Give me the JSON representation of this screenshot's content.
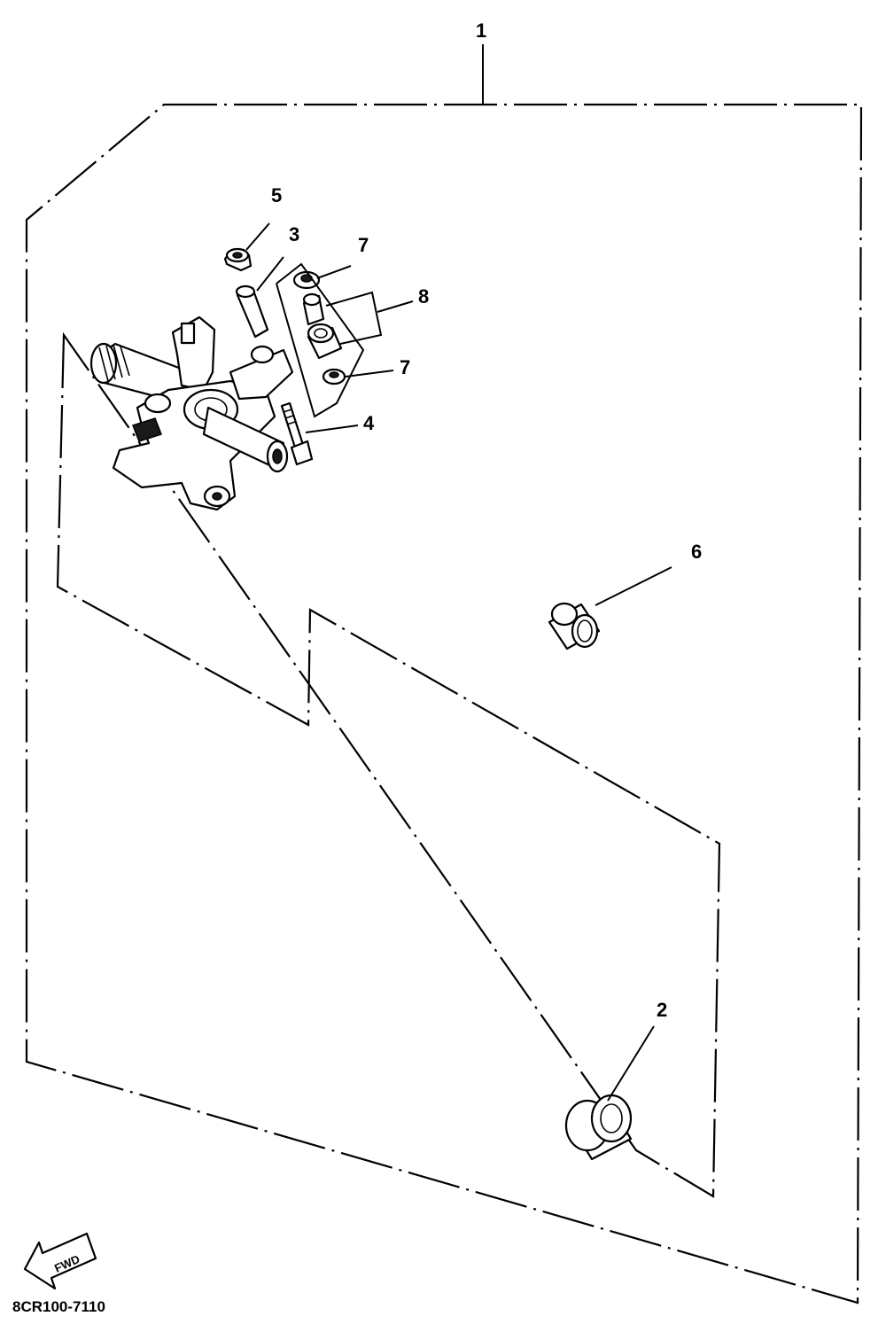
{
  "callouts": {
    "c1": "1",
    "c2": "2",
    "c3": "3",
    "c4": "4",
    "c5": "5",
    "c6": "6",
    "c7a": "7",
    "c7b": "7",
    "c8": "8"
  },
  "fwd_label": "FWD",
  "diagram_code": "8CR100-7110"
}
